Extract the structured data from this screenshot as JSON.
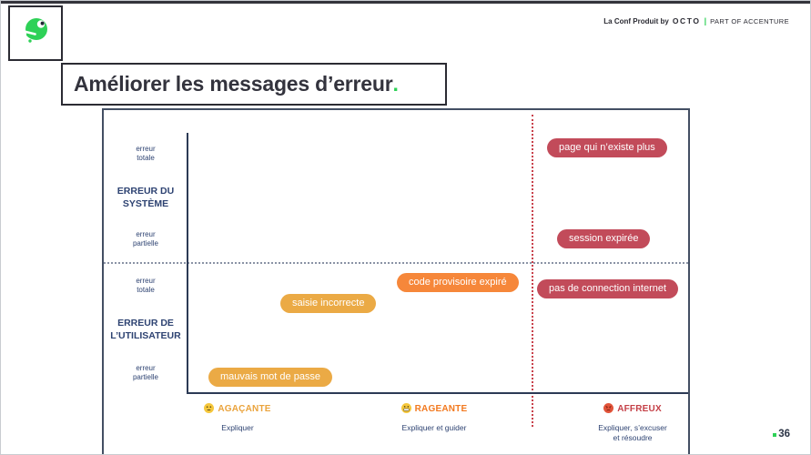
{
  "header": {
    "logo_icon": "chameleon",
    "brand_prefix": "La Conf Produit by",
    "brand_octo": "OCTO",
    "brand_separator": "|",
    "brand_suffix": "PART OF ACCENTURE"
  },
  "title": {
    "text": "Améliorer les messages d’erreur",
    "period": "."
  },
  "page": {
    "number": "36"
  },
  "colors": {
    "accent_green": "#2ed157",
    "ink_dark": "#33333d",
    "navy_label": "#2e4372",
    "pill_red": "#c24b5a",
    "pill_orange": "#f6873a",
    "pill_amber": "#ebaa45",
    "category_agacante": "#eaa33c",
    "category_rageante": "#f2791f",
    "category_affreux": "#c43f46",
    "dotted_divider_gray": "#8a93a5",
    "dotted_divider_red": "#c8414b"
  },
  "matrix": {
    "y_groups": [
      {
        "name": "ERREUR DU\nSYSTÈME",
        "tick_top": "erreur\ntotale",
        "tick_bottom": "erreur\npartielle"
      },
      {
        "name": "ERREUR DE\nL’UTILISATEUR",
        "tick_top": "erreur\ntotale",
        "tick_bottom": "erreur\npartielle"
      }
    ],
    "x_categories": [
      {
        "icon": "neutral-face",
        "name": "AGAÇANTE",
        "description": "Expliquer"
      },
      {
        "icon": "grimacing-face",
        "name": "RAGEANTE",
        "description": "Expliquer et guider"
      },
      {
        "icon": "angry-face",
        "name": "AFFREUX",
        "description": "Expliquer, s’excuser\net résoudre"
      }
    ],
    "pills": [
      {
        "label": "page qui n’existe plus",
        "severity_color": "red",
        "row": "erreur du système / erreur totale",
        "column": "affreux"
      },
      {
        "label": "session expirée",
        "severity_color": "red",
        "row": "erreur du système / erreur partielle",
        "column": "affreux"
      },
      {
        "label": "code provisoire expiré",
        "severity_color": "orange",
        "row": "erreur de l’utilisateur / erreur totale",
        "column": "rageante"
      },
      {
        "label": "pas de connection internet",
        "severity_color": "red",
        "row": "erreur de l’utilisateur / erreur totale",
        "column": "affreux"
      },
      {
        "label": "saisie incorrecte",
        "severity_color": "amber",
        "row": "erreur de l’utilisateur / erreur totale",
        "column": "agaçante-rageante"
      },
      {
        "label": "mauvais mot de passe",
        "severity_color": "amber",
        "row": "erreur de l’utilisateur / erreur partielle",
        "column": "agaçante"
      }
    ]
  }
}
